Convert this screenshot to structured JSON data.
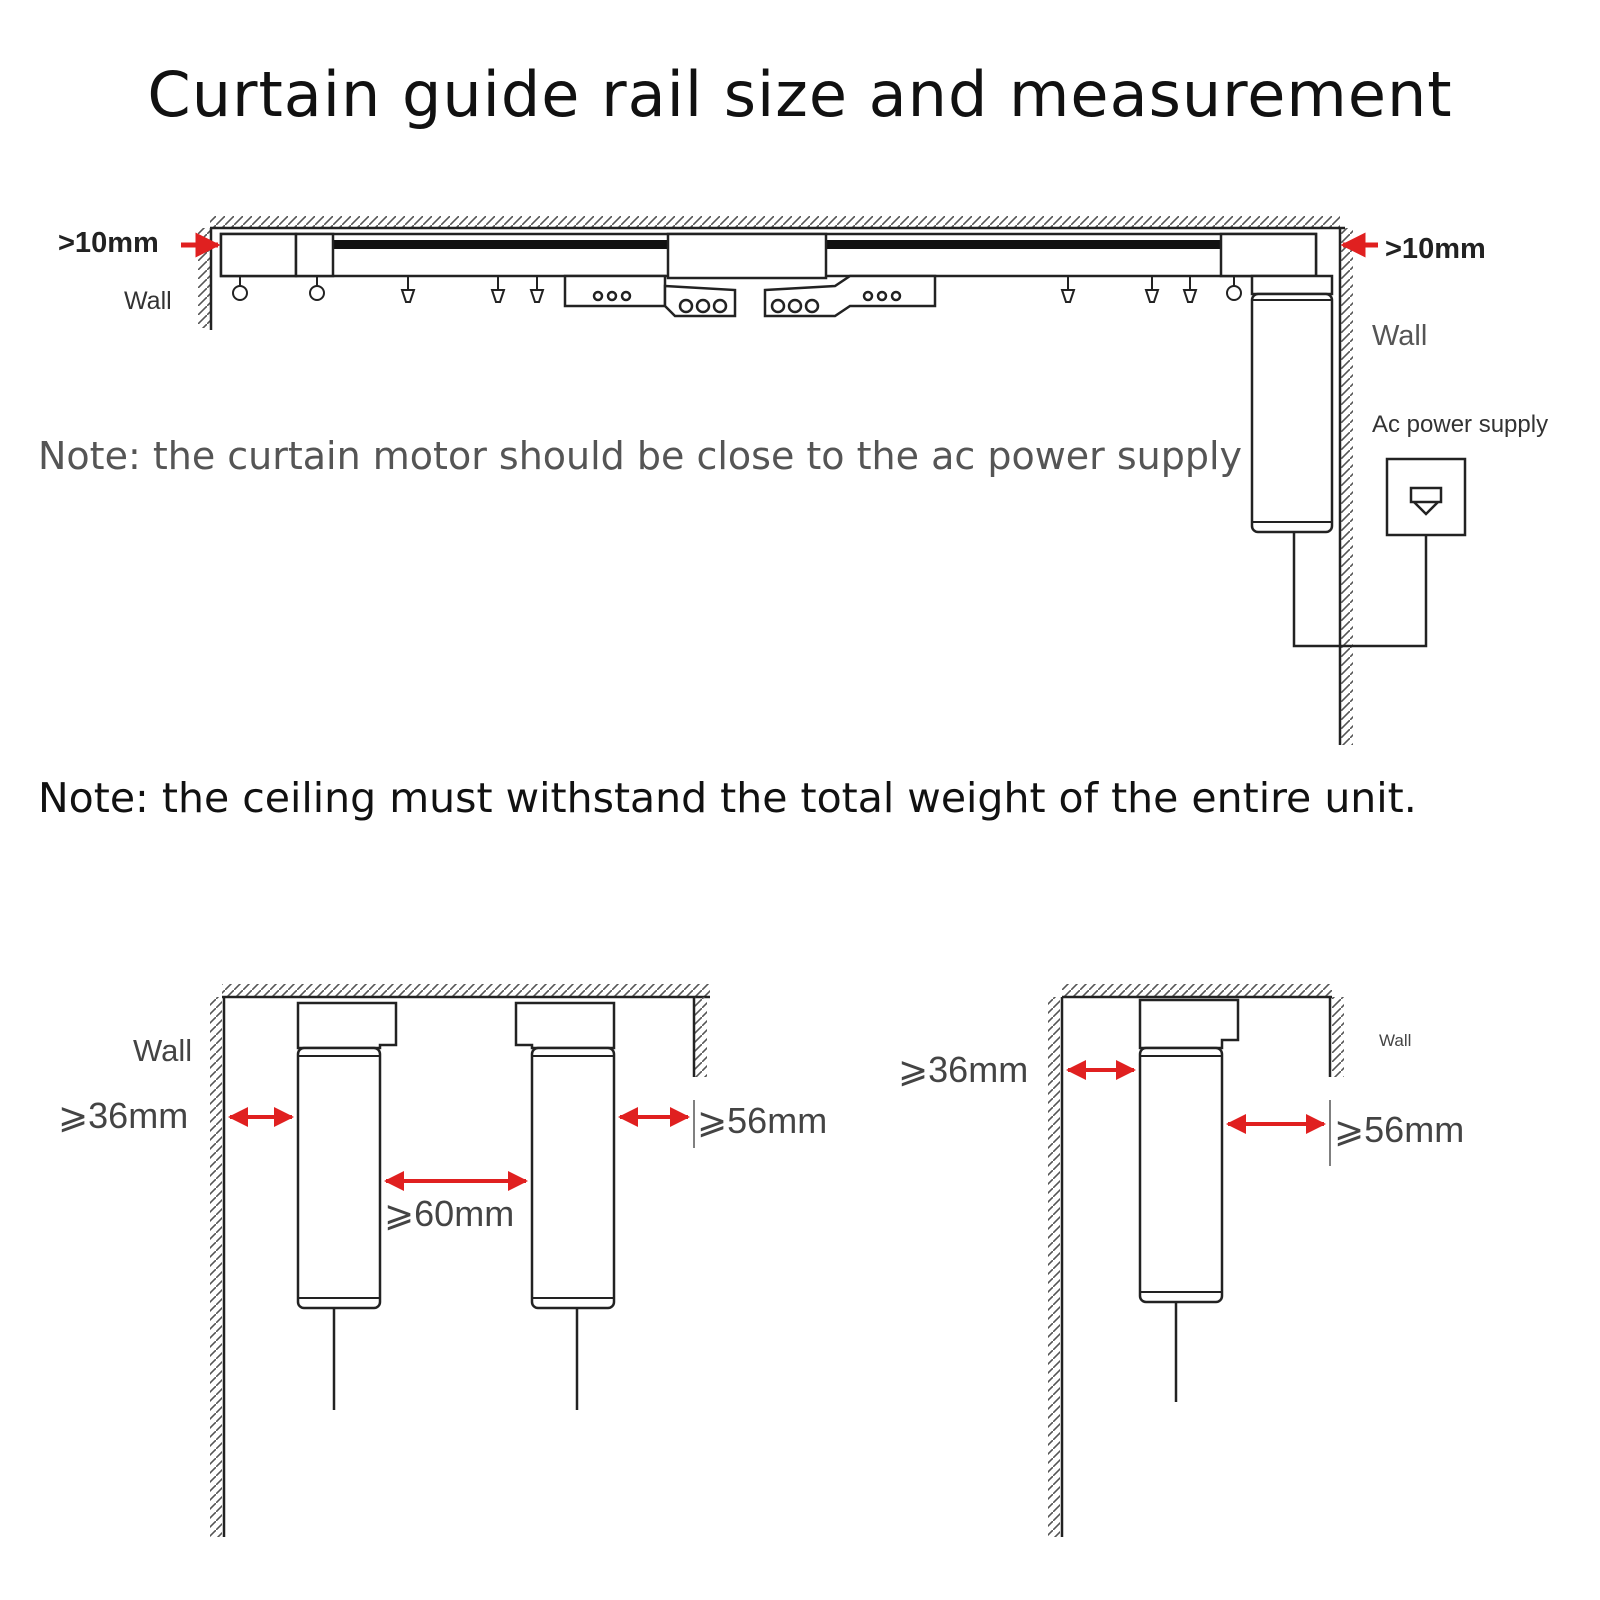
{
  "title": "Curtain guide rail size and measurement",
  "note_motor": "Note: the curtain motor should be close to the ac power supply",
  "note_ceiling": "Note: the ceiling must withstand the total weight of the entire unit.",
  "top_diagram": {
    "left_gap": ">10mm",
    "right_gap": ">10mm",
    "left_wall": "Wall",
    "right_wall": "Wall",
    "power_label": "Ac power supply"
  },
  "double_track": {
    "wall_label": "Wall",
    "left_gap": "⩾36mm",
    "middle_gap": "⩾60mm",
    "right_gap": "⩾56mm"
  },
  "single_track": {
    "wall_label": "Wall",
    "left_gap": "⩾36mm",
    "right_gap": "⩾56mm"
  },
  "colors": {
    "arrow": "#e02020",
    "line": "#222222",
    "hatch": "#555555"
  }
}
